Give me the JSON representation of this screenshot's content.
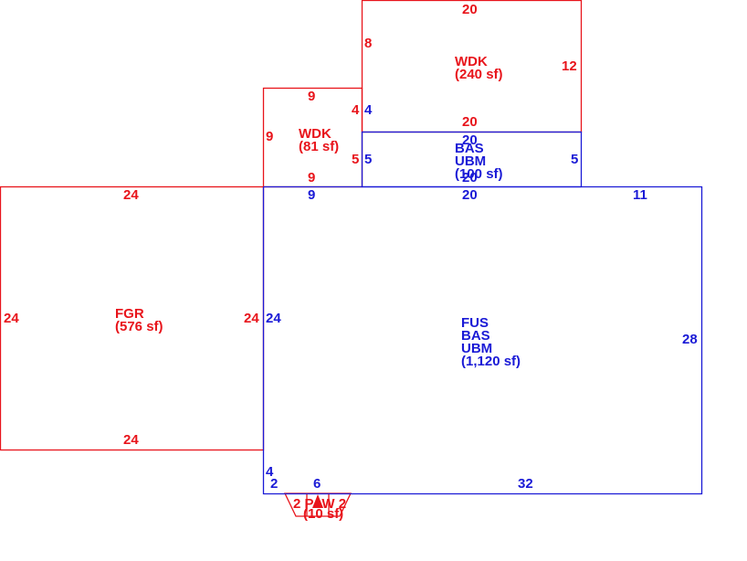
{
  "colors": {
    "red": "#e8141b",
    "blue": "#1a1ad6",
    "background": "#ffffff"
  },
  "areas": {
    "wdk_top": {
      "code": "WDK",
      "area": "(240 sf)",
      "top": "20",
      "right": "12",
      "left": "8",
      "bottom": "20"
    },
    "wdk_small": {
      "code": "WDK",
      "area": "(81 sf)",
      "top": "9",
      "left": "9",
      "bottom": "9",
      "right_upper": "4",
      "right_lower": "5"
    },
    "bas_ubm_small": {
      "line1": "BAS",
      "line2": "UBM",
      "area": "(100 sf)",
      "top": "20",
      "bottom": "20",
      "left_upper": "4",
      "left_lower": "5",
      "right": "5"
    },
    "fgr": {
      "code": "FGR",
      "area": "(576 sf)",
      "top": "24",
      "bottom": "24",
      "left": "24",
      "right": "24"
    },
    "main": {
      "line1": "FUS",
      "line2": "BAS",
      "line3": "UBM",
      "area": "(1,120 sf)",
      "top_left": "9",
      "top_mid": "20",
      "top_right": "11",
      "left": "24",
      "right": "28",
      "left_lower": "4",
      "bottom_left": "2",
      "bottom_stub": "6",
      "bottom": "32"
    },
    "small_bottom": {
      "code": "2 PAW 2",
      "area": "(10 sf)"
    }
  }
}
